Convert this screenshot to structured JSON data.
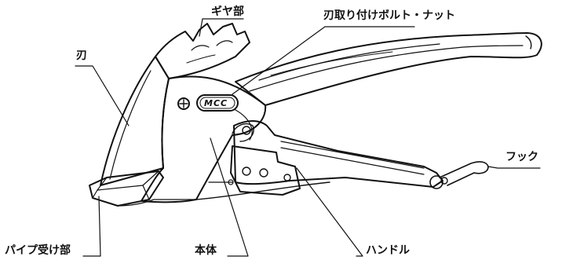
{
  "labels": {
    "gear": "ギヤ部",
    "blade_mount": "刃取り付けボルト・ナット",
    "blade": "刃",
    "hook": "フック",
    "pipe_holder": "パイプ受け部",
    "body": "本体",
    "handle": "ハンドル"
  },
  "logo_text": "MCC",
  "colors": {
    "ink": "#111111",
    "background": "#ffffff"
  }
}
